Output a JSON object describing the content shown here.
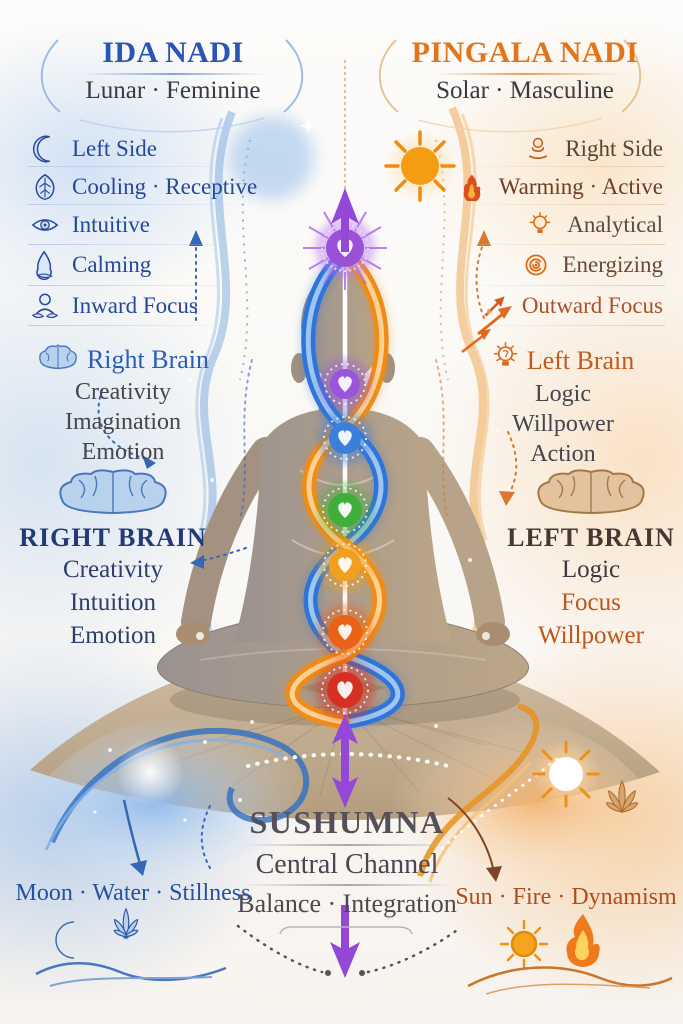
{
  "ida": {
    "title": "IDA NADI",
    "subtitle": "Lunar · Feminine",
    "accent": "#2856b4",
    "items": [
      {
        "icon": "crescent-moon-icon",
        "label": "Left Side",
        "color": "#24489c"
      },
      {
        "icon": "leaf-icon",
        "label": "Cooling · Receptive",
        "color": "#24489c"
      },
      {
        "icon": "eye-icon",
        "label": "Intuitive",
        "color": "#24489c"
      },
      {
        "icon": "water-drop-icon",
        "label": "Calming",
        "color": "#24489c"
      },
      {
        "icon": "meditator-icon",
        "label": "Inward Focus",
        "color": "#24489c"
      }
    ],
    "brain_block": {
      "heading": "Right Brain",
      "lines": [
        "Creativity",
        "Imagination",
        "Emotion"
      ]
    },
    "brain_caps_block": {
      "heading": "RIGHT BRAIN",
      "lines": [
        "Creativity",
        "Intuition",
        "Emotion"
      ]
    },
    "footer_caption": "Moon · Water · Stillness"
  },
  "pingala": {
    "title": "PINGALA NADI",
    "subtitle": "Solar · Masculine",
    "accent": "#e0751c",
    "items": [
      {
        "icon": "person-sprout-icon",
        "label": "Right Side",
        "color": "#564538"
      },
      {
        "icon": "flame-icon",
        "label": "Warming · Active",
        "color": "#6e3d24"
      },
      {
        "icon": "lightbulb-icon",
        "label": "Analytical",
        "color": "#5c4a40"
      },
      {
        "icon": "energy-gear-icon",
        "label": "Energizing",
        "color": "#6a4a36"
      },
      {
        "icon": "arrow-icon",
        "label": "Outward Focus",
        "color": "#a8512a"
      }
    ],
    "brain_block": {
      "heading": "Left Brain",
      "lines": [
        "Logic",
        "Willpower",
        "Action"
      ]
    },
    "brain_caps_block": {
      "heading": "LEFT BRAIN",
      "lines": [
        "Logic",
        "Focus",
        "Willpower"
      ]
    },
    "footer_caption": "Sun · Fire · Dynamism"
  },
  "sushumna": {
    "title": "SUSHUMNA",
    "subtitle": "Central Channel",
    "tagline": "Balance · Integration",
    "accent": "#9448d8"
  },
  "channels": {
    "ida_color": "#2f74d8",
    "pingala_color": "#ef8c18",
    "sushumna_color": "#9448d8"
  },
  "chakras": [
    {
      "name": "crown",
      "color": "#9b50d8"
    },
    {
      "name": "third-eye",
      "color": "#9a55dd"
    },
    {
      "name": "throat",
      "color": "#3c7fd9"
    },
    {
      "name": "heart",
      "color": "#3fae3a"
    },
    {
      "name": "solar-plexus",
      "color": "#f0a01e"
    },
    {
      "name": "sacral",
      "color": "#e86318"
    },
    {
      "name": "root",
      "color": "#d63024"
    }
  ]
}
